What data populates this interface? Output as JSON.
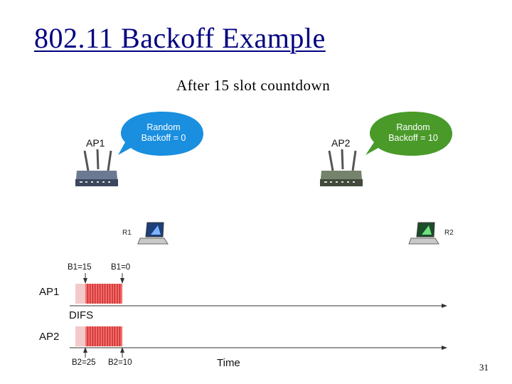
{
  "slide": {
    "title": "802.11 Backoff Example",
    "subtitle": "After 15 slot countdown",
    "page_number": "31"
  },
  "nodes": {
    "ap1": {
      "label": "AP1",
      "bubble_line1": "Random",
      "bubble_line2": "Backoff = 0",
      "bubble_color": "#1a8fdf"
    },
    "ap2": {
      "label": "AP2",
      "bubble_line1": "Random",
      "bubble_line2": "Backoff = 10",
      "bubble_color": "#4a9a2a"
    },
    "r1": {
      "label": "R1"
    },
    "r2": {
      "label": "R2"
    }
  },
  "timeline": {
    "ap1_label": "AP1",
    "ap2_label": "AP2",
    "difs_label": "DIFS",
    "time_label": "Time",
    "b1_start": "B1=15",
    "b1_end": "B1=0",
    "b2_start": "B2=25",
    "b2_end": "B2=10",
    "slot_color": "#f26d6d",
    "slot_line_color": "#b00000"
  }
}
